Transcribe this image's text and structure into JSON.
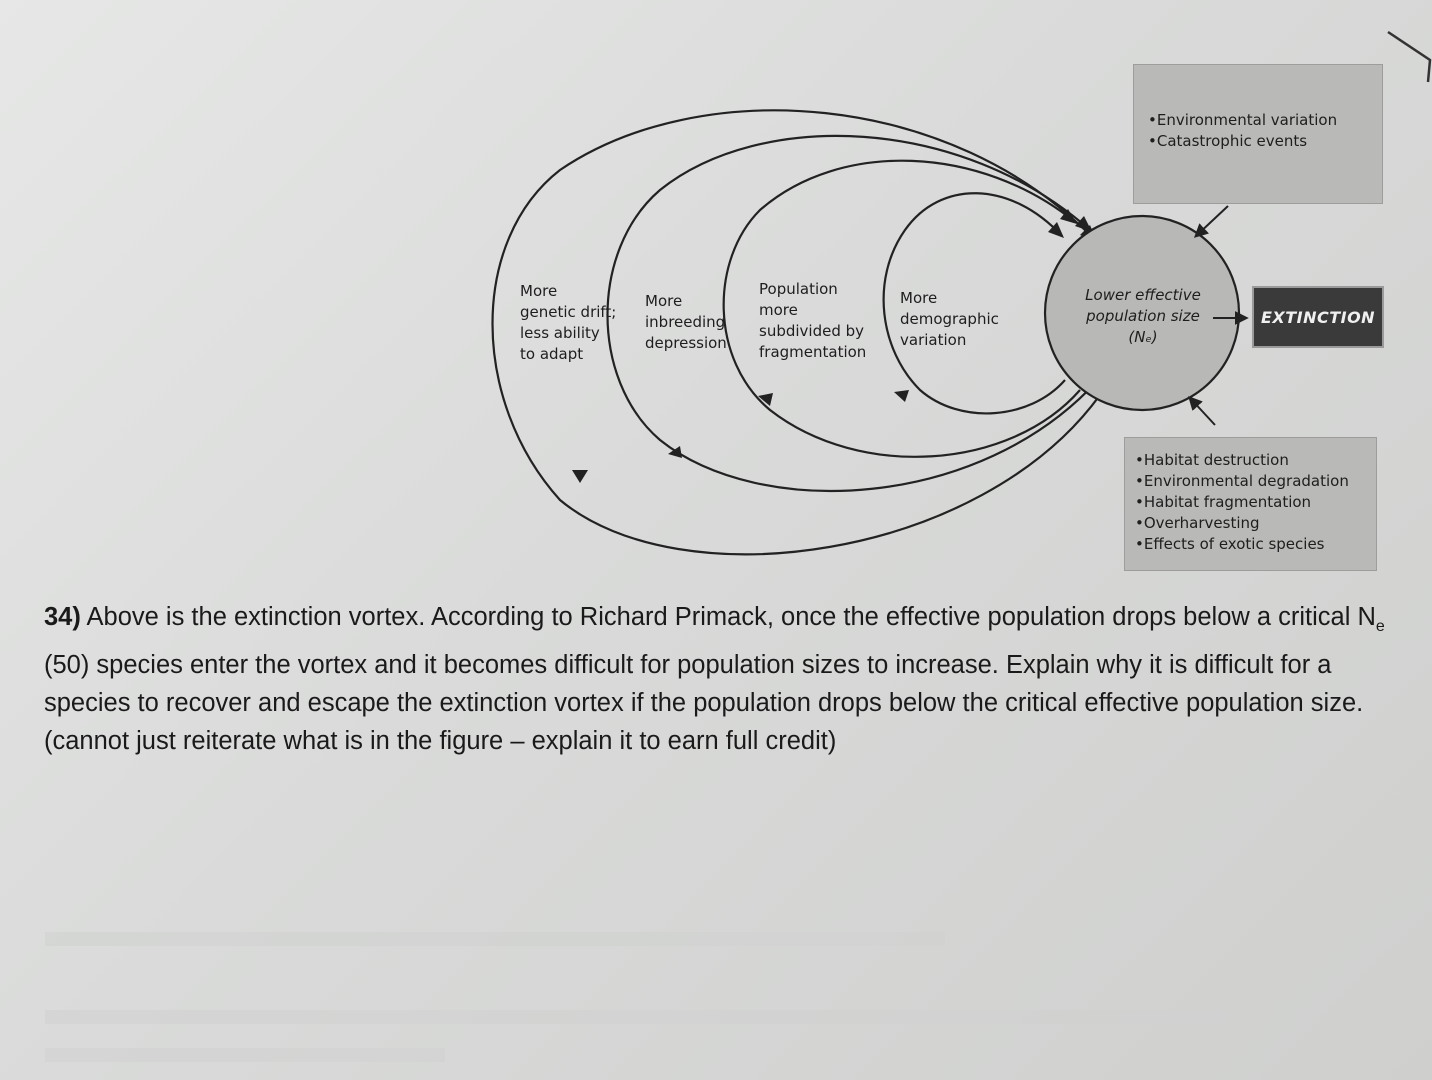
{
  "diagram": {
    "labels": {
      "genetic_drift": [
        "More",
        "genetic drift;",
        "less ability",
        "to adapt"
      ],
      "inbreeding": [
        "More",
        "inbreeding",
        "depression"
      ],
      "fragmentation": [
        "Population",
        "more",
        "subdivided by",
        "fragmentation"
      ],
      "demographic": [
        "More",
        "demographic",
        "variation"
      ],
      "center": [
        "Lower effective",
        "population size",
        "(Nₑ)"
      ]
    },
    "top_box": [
      "Environmental variation",
      "Catastrophic events"
    ],
    "bottom_box": [
      "Habitat destruction",
      "Environmental degradation",
      "Habitat fragmentation",
      "Overharvesting",
      "Effects of exotic species"
    ],
    "extinction": "EXTINCTION"
  },
  "question": {
    "number": "34)",
    "text_1": " Above is the extinction vortex.  According to Richard Primack, once the effective population drops below a critical N",
    "subscript": "e",
    "text_2": " (50) species enter the vortex and it becomes difficult for population sizes to increase.  Explain why it is difficult for a species to recover and escape the extinction vortex if the population drops below the critical effective population size. (cannot just reiterate what is in the figure – explain it to earn full credit)"
  }
}
